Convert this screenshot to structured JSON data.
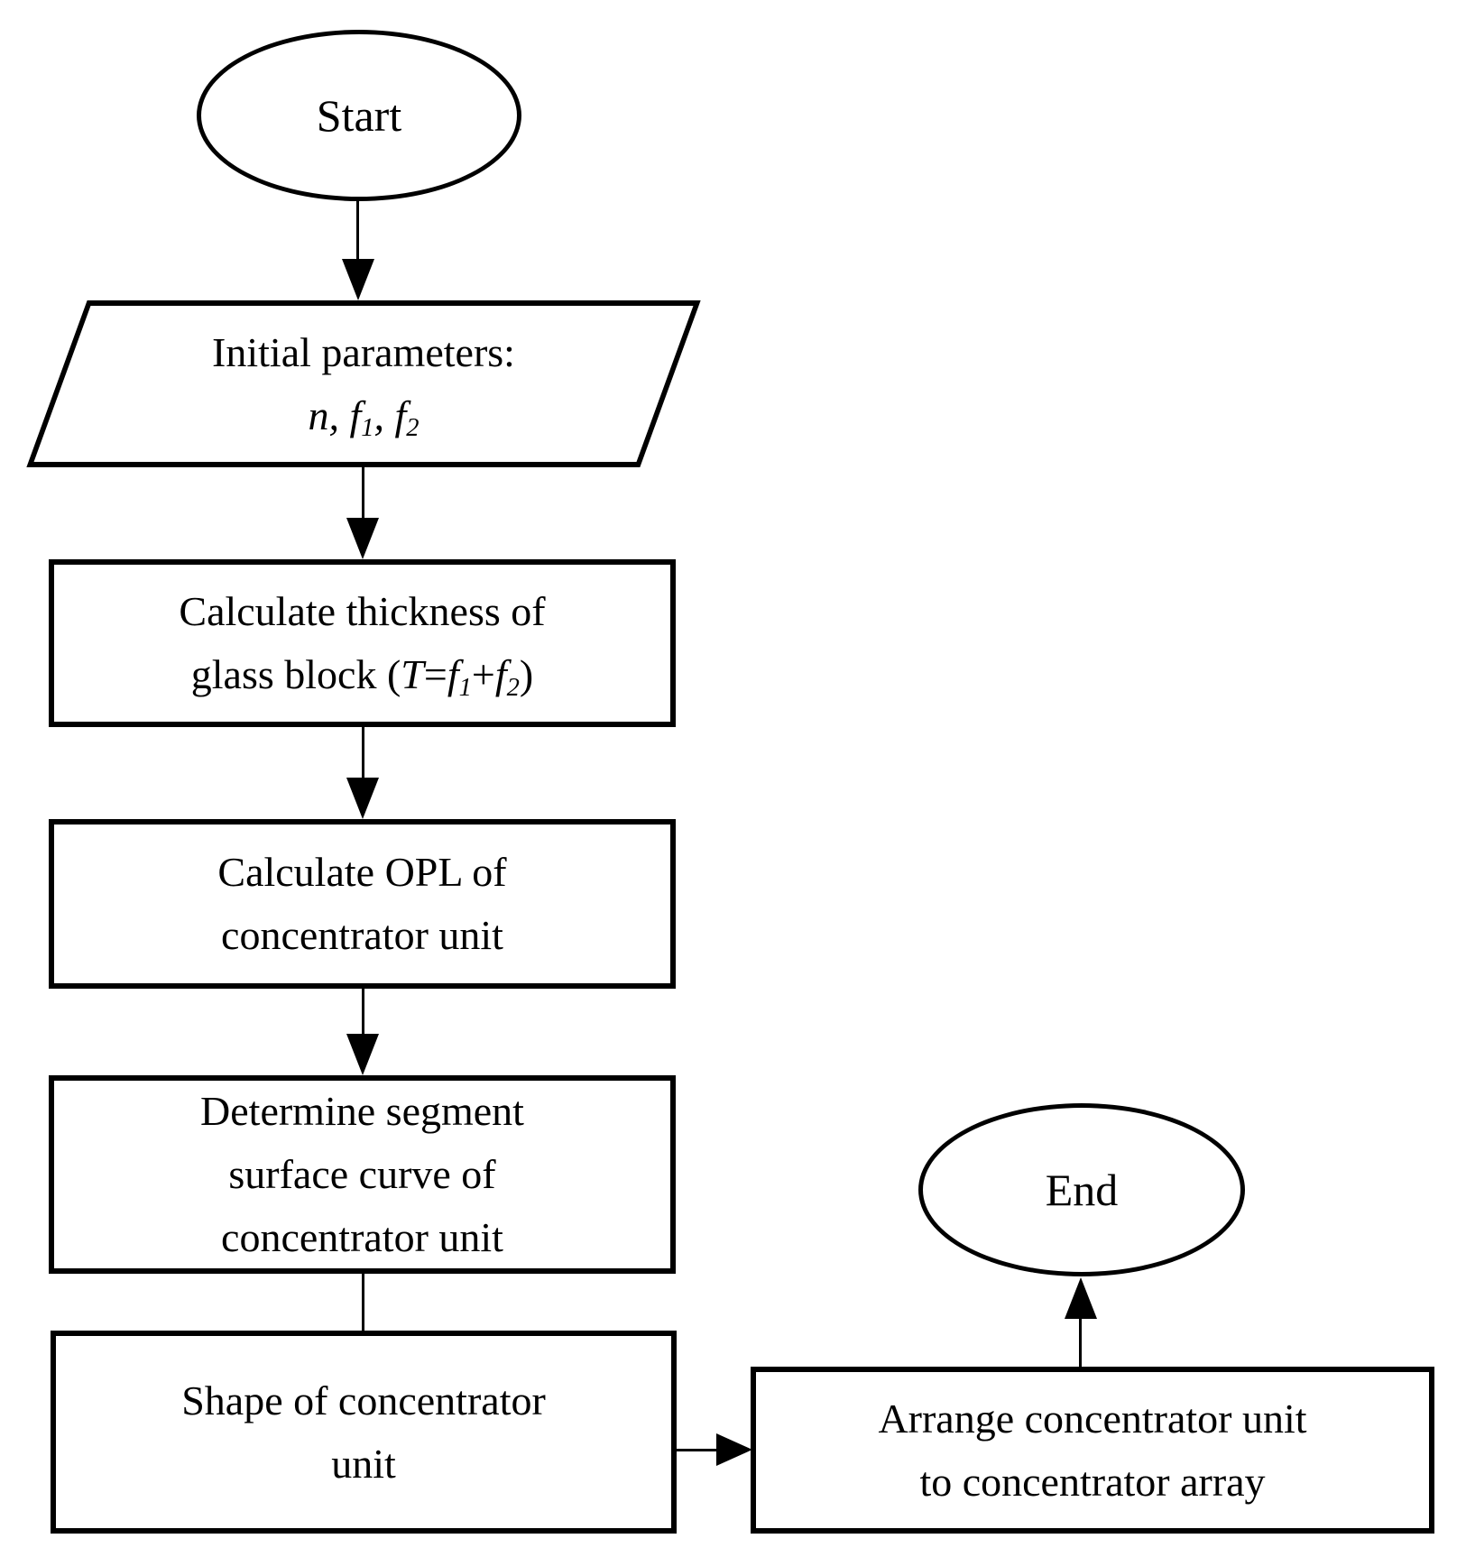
{
  "colors": {
    "stroke": "#000000",
    "background": "#ffffff",
    "text": "#000000"
  },
  "nodes": {
    "start": {
      "label": "Start"
    },
    "initial_params": {
      "line1": "Initial parameters:",
      "formula": {
        "var_n": "n",
        "sep1": ", ",
        "f1": "f",
        "f1_sub": "1",
        "sep2": ", ",
        "f2": "f",
        "f2_sub": "2"
      }
    },
    "calc_thickness": {
      "line1": "Calculate thickness of",
      "line2": {
        "prefix": "glass block (",
        "T": "T",
        "eq": "=",
        "f1": "f",
        "f1_sub": "1",
        "plus": "+",
        "f2": "f",
        "f2_sub": "2",
        "suffix": ")"
      }
    },
    "calc_opl": {
      "line1": "Calculate OPL of",
      "line2": "concentrator unit"
    },
    "determine_segment": {
      "line1": "Determine segment",
      "line2": "surface curve of",
      "line3": "concentrator unit"
    },
    "shape_unit": {
      "line1": "Shape of concentrator",
      "line2": "unit"
    },
    "arrange_unit": {
      "line1": "Arrange concentrator unit",
      "line2": "to concentrator array"
    },
    "end": {
      "label": "End"
    }
  }
}
